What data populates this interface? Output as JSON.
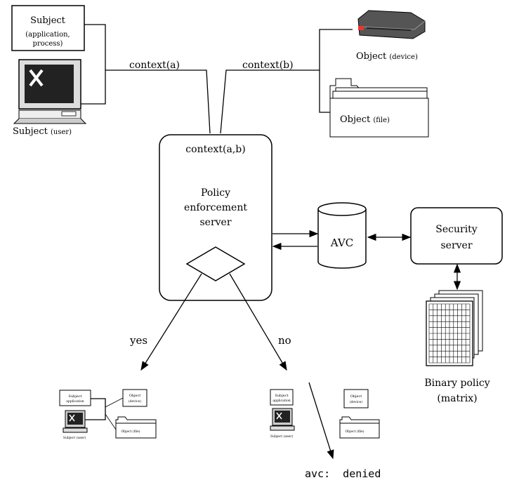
{
  "subject_app": {
    "title": "Subject",
    "subtitle_line1": "(application,",
    "subtitle_line2": "process)"
  },
  "subject_user": {
    "label": "Subject",
    "sub": "(user)"
  },
  "object_device": {
    "label": "Object",
    "sub": "(device)"
  },
  "object_file": {
    "label": "Object",
    "sub": "(file)"
  },
  "context_a": "context(a)",
  "context_b": "context(b)",
  "pes": {
    "context": "context(a,b)",
    "line1": "Policy",
    "line2": "enforcement",
    "line3": "server"
  },
  "avc": "AVC",
  "security_server": {
    "line1": "Security",
    "line2": "server"
  },
  "binary_policy": {
    "line1": "Binary policy",
    "line2": "(matrix)"
  },
  "decision": {
    "yes": "yes",
    "no": "no"
  },
  "avc_denied": "avc:  denied",
  "mini_yes": {
    "subject_app_l1": "Subject",
    "subject_app_l2": "application",
    "object_device": "Object",
    "object_device_sub": "(device)",
    "subject_user": "Subject (user)",
    "object_file": "Object (file)"
  },
  "mini_no": {
    "subject_app_l1": "Subject",
    "subject_app_l2": "application",
    "object_device": "Object",
    "object_device_sub": "(device)",
    "subject_user": "Subject (user)",
    "object_file": "Object (file)"
  }
}
